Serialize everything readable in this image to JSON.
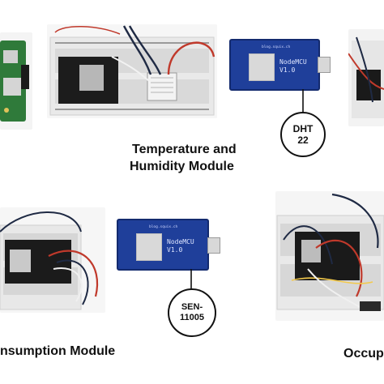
{
  "modules": [
    {
      "title_line1": "Temperature and",
      "title_line2": "Humidity Module",
      "board": {
        "url": "blog.squix.ch",
        "name_line1": "NodeMCU",
        "name_line2": "V1.0"
      },
      "sensor": {
        "line1": "DHT",
        "line2": "22"
      }
    },
    {
      "title_line1": "nsumption Module",
      "board": {
        "url": "blog.squix.ch",
        "name_line1": "NodeMCU",
        "name_line2": "V1.0"
      },
      "sensor": {
        "line1": "SEN-",
        "line2": "11005"
      }
    },
    {
      "title_line1": "Occup"
    }
  ],
  "colors": {
    "board_blue": "#1f3f9a",
    "breadboard": "#ececec",
    "wire_red": "#c0392b",
    "wire_blue": "#1f2a44",
    "wire_white": "#f2f2f2"
  }
}
